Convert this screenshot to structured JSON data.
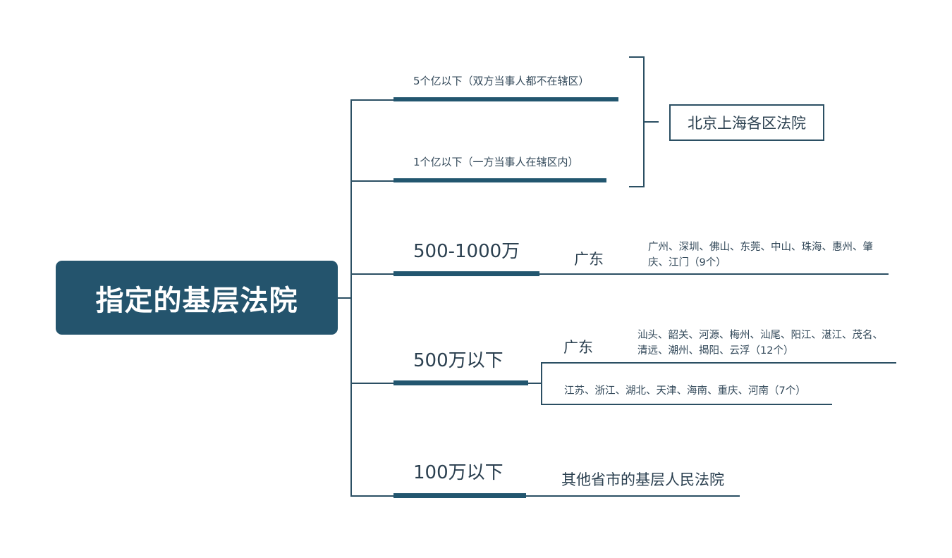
{
  "root": {
    "title": "指定的基层法院"
  },
  "branches": {
    "b1": {
      "label": "5个亿以下（双方当事人都不在辖区）"
    },
    "b2": {
      "label": "1个亿以下（一方当事人在辖区内）"
    },
    "bj_court": "北京上海各区法院",
    "b3": {
      "label": "500-1000万",
      "region": "广东",
      "cities": "广州、深圳、佛山、东莞、中山、珠海、惠州、肇庆、江门（9个）"
    },
    "b4": {
      "label": "500万以下",
      "region": "广东",
      "cities": "汕头、韶关、河源、梅州、汕尾、阳江、湛江、茂名、清远、潮州、揭阳、云浮（12个）",
      "provinces": "江苏、浙江、湖北、天津、海南、重庆、河南（7个）"
    },
    "b5": {
      "label": "100万以下",
      "note": "其他省市的基层人民法院"
    }
  }
}
